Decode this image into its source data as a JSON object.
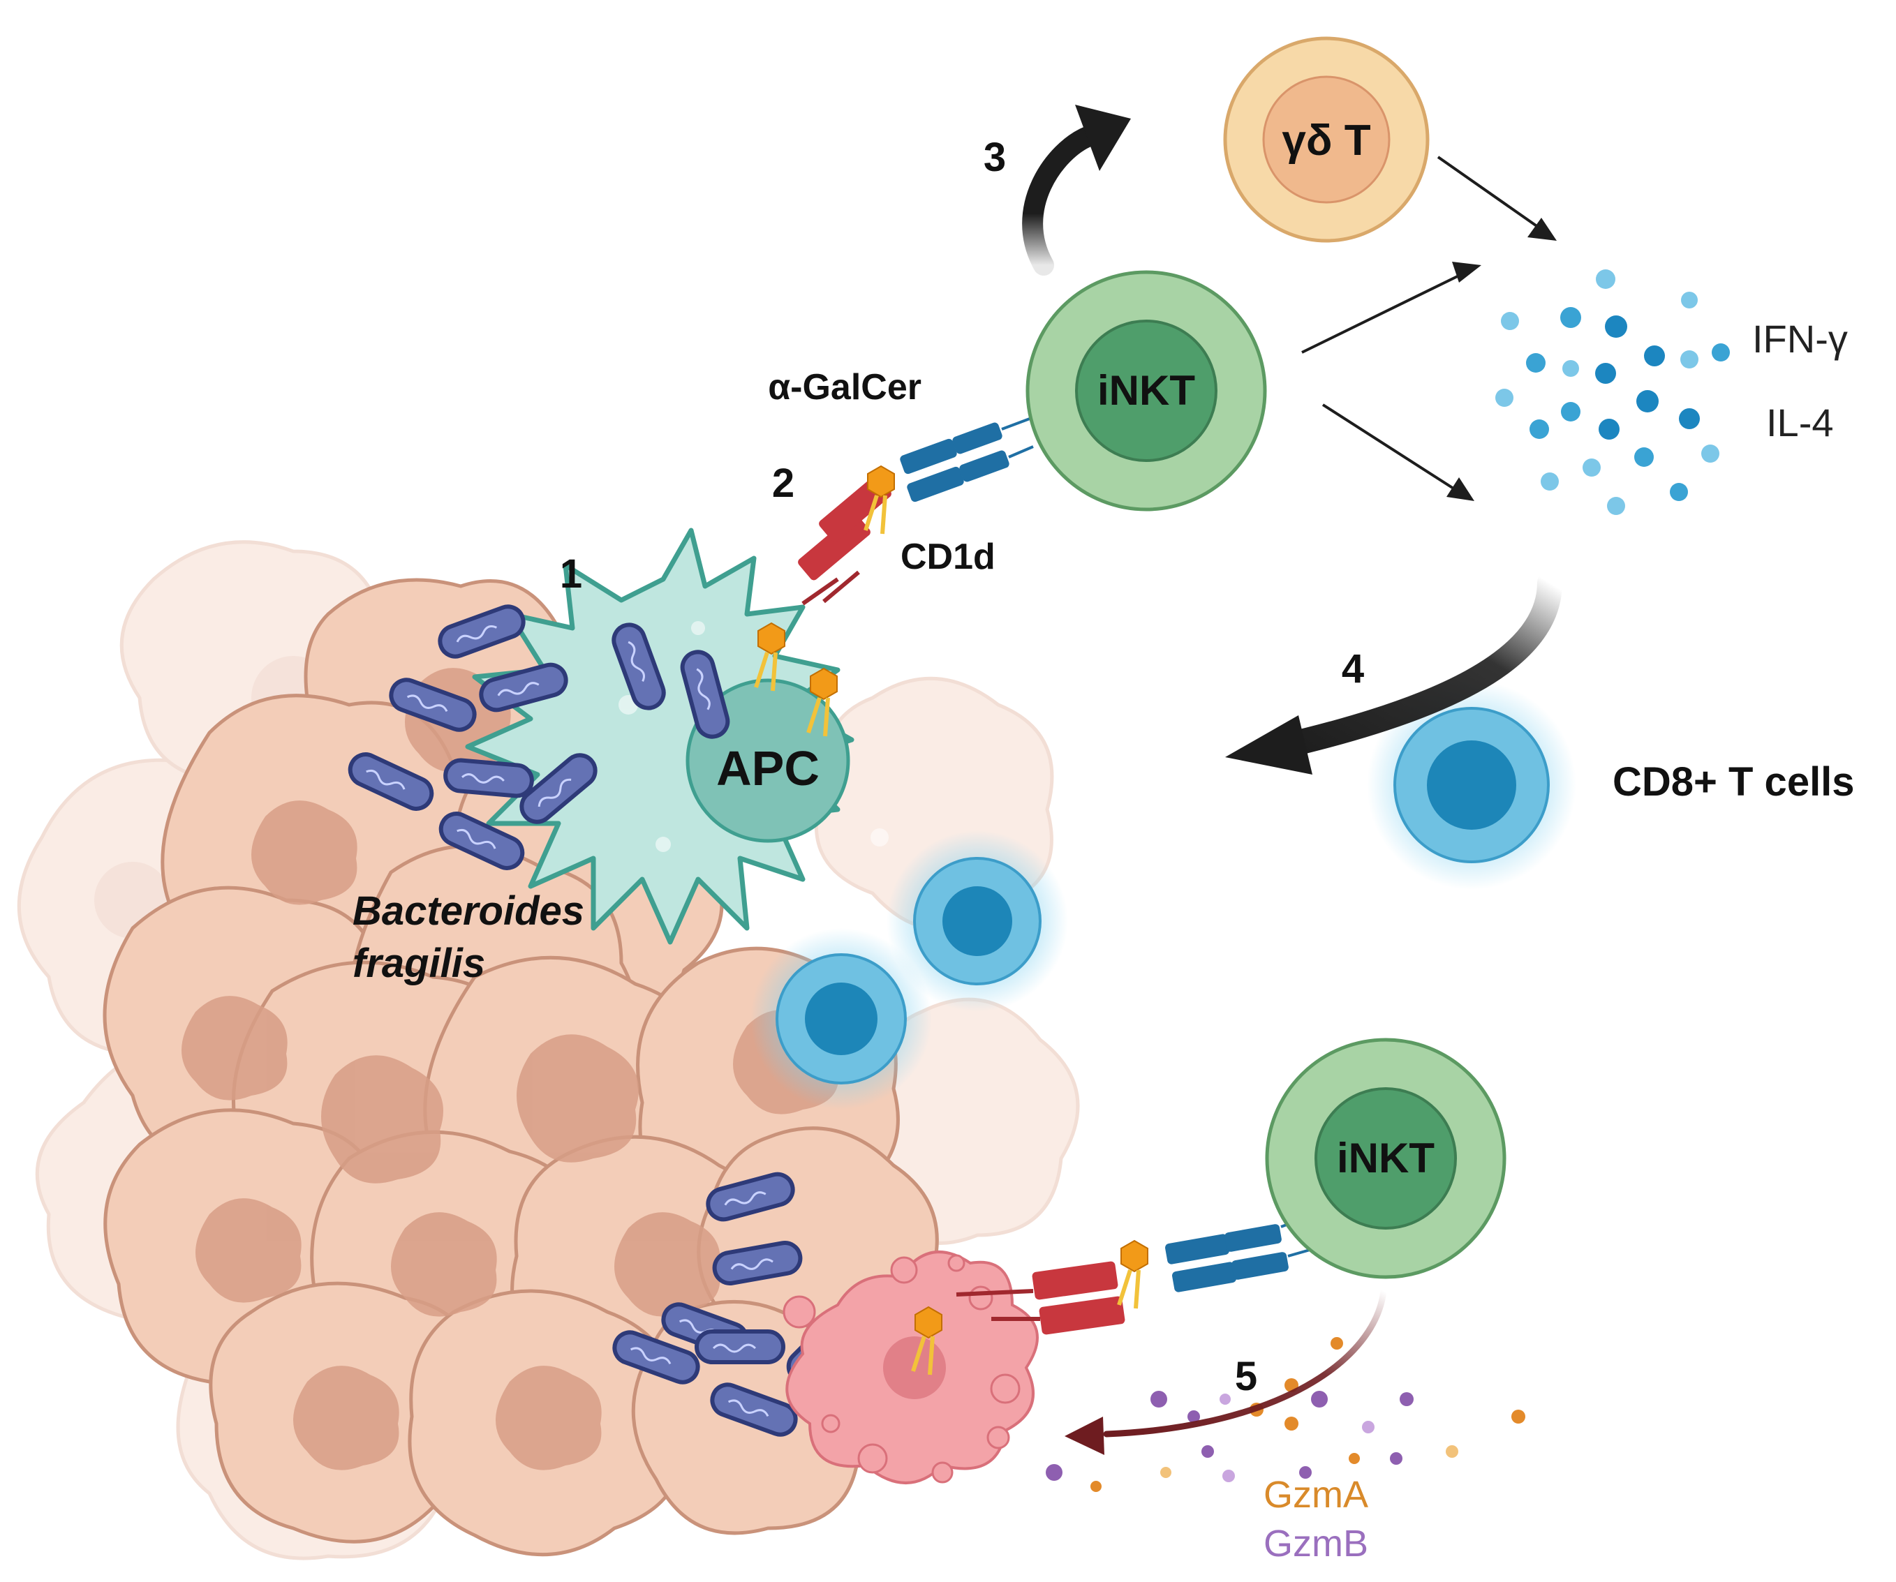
{
  "labels": {
    "apc": "APC",
    "inkt": "iNKT",
    "gdt": "γδ T",
    "agalcer": "α-GalCer",
    "cd1d": "CD1d",
    "bacteria": [
      "Bacteroides",
      "fragilis"
    ],
    "ifng": "IFN-γ",
    "il4": "IL-4",
    "cd8": "CD8+ T cells",
    "gzma": "GzmA",
    "gzmb": "GzmB"
  },
  "steps": [
    "1",
    "2",
    "3",
    "4",
    "5"
  ],
  "colors": {
    "tumor_fill": "#f3cdb8",
    "tumor_dark": "#e2ac92",
    "tumor_edge": "#c9927a",
    "nucleus": "#d79e86",
    "apc_fill": "#bfe6df",
    "apc_edge": "#3f9f90",
    "apc_nucleus": "#7fc2b6",
    "inkt_outer": "#a8d3a5",
    "inkt_inner": "#4f9e6b",
    "gdt_outer": "#f7d9a8",
    "gdt_inner": "#f0b98d",
    "cd8_outer": "#6fc1e2",
    "cd8_inner": "#1d86b8",
    "bacteria": "#6472b4",
    "bacteria_edge": "#2e3a78",
    "cd1d": "#c8373e",
    "tcr": "#1f6fa4",
    "lipid": "#f29a18",
    "arrow": "#1d1d1d",
    "arrow5": "#6e1c20",
    "cytokine_light": "#7cc7e8",
    "cytokine_dark": "#1c86c0",
    "gzma": "#e38a2a",
    "gzmb": "#8e5fb0",
    "dying_cell": "#f3a3a8"
  }
}
